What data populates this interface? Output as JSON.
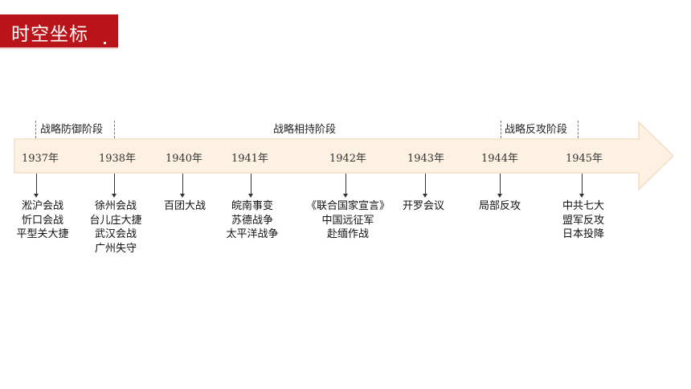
{
  "title": "时空坐标",
  "phases": [
    {
      "label": "战略防御阶段"
    },
    {
      "label": "战略相持阶段"
    },
    {
      "label": "战略反攻阶段"
    }
  ],
  "timeline": [
    {
      "year": "1937年",
      "events": [
        "淞沪会战",
        "忻口会战",
        "平型关大捷"
      ]
    },
    {
      "year": "1938年",
      "events": [
        "徐州会战",
        "台儿庄大捷",
        "武汉会战",
        "广州失守"
      ]
    },
    {
      "year": "1940年",
      "events": [
        "百团大战"
      ]
    },
    {
      "year": "1941年",
      "events": [
        "皖南事变",
        "苏德战争",
        "太平洋战争"
      ]
    },
    {
      "year": "1942年",
      "events": [
        "《联合国家宣言》",
        "中国远征军",
        "赴缅作战"
      ]
    },
    {
      "year": "1943年",
      "events": [
        "开罗会议"
      ]
    },
    {
      "year": "1944年",
      "events": [
        "局部反攻"
      ]
    },
    {
      "year": "1945年",
      "events": [
        "中共七大",
        "盟军反攻",
        "日本投降"
      ]
    }
  ],
  "colors": {
    "banner": "#b8141a",
    "arrow_fill": "#fdf1e3",
    "arrow_stroke": "#f2ddc5"
  }
}
